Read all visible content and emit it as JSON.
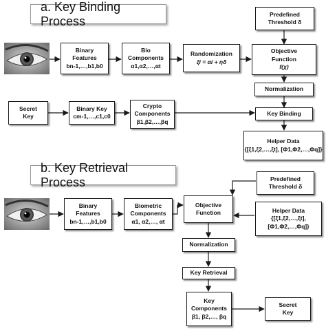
{
  "section_a": {
    "title": "a.   Key Binding Process",
    "threshold": [
      "Predefined",
      "Threshold δ"
    ],
    "binary_features": [
      "Binary",
      "Features",
      "bn-1,…,b1,b0"
    ],
    "bio_components": [
      "Bio",
      "Components",
      "α1,α2,…,αt"
    ],
    "randomization": [
      "Randomization",
      "ξi = αi + ηδ"
    ],
    "objective": [
      "Objective",
      "Function",
      "f(χ)"
    ],
    "normalization": [
      "Normalization"
    ],
    "secret_key": [
      "Secret",
      "Key"
    ],
    "binary_key": [
      "Binary Key",
      "cm-1,…,c1,c0"
    ],
    "crypto_components": [
      "Crypto",
      "Components",
      "β1,β2,…,βq"
    ],
    "key_binding": [
      "Key Binding"
    ],
    "helper_data": [
      "Helper Data",
      "{[ξ1,ξ2,…,ξt], [Φ1,Φ2,…,Φq]}"
    ]
  },
  "section_b": {
    "title": "b.   Key Retrieval Process",
    "threshold": [
      "Predefined",
      "Threshold δ"
    ],
    "binary_features": [
      "Binary",
      "Features",
      "bn-1,…,b1,b0"
    ],
    "biometric_components": [
      "Biometric",
      "Components",
      "α1, α2,…, αt"
    ],
    "objective": [
      "Objective",
      "Function"
    ],
    "helper_data": [
      "Helper Data",
      "{[ξ1,ξ2,…,ξt],",
      "[Φ1,Φ2,…,Φq]}"
    ],
    "normalization": [
      "Normalization"
    ],
    "key_retrieval": [
      "Key Retrieval"
    ],
    "key_components": [
      "Key",
      "Components",
      "β1, β2,…, βq"
    ],
    "secret_key": [
      "Secret",
      "Key"
    ]
  },
  "colors": {
    "stroke": "#1a1a1a",
    "text": "#111111",
    "banner_border": "#9a9a9a"
  },
  "icons": [
    "eye-icon"
  ]
}
